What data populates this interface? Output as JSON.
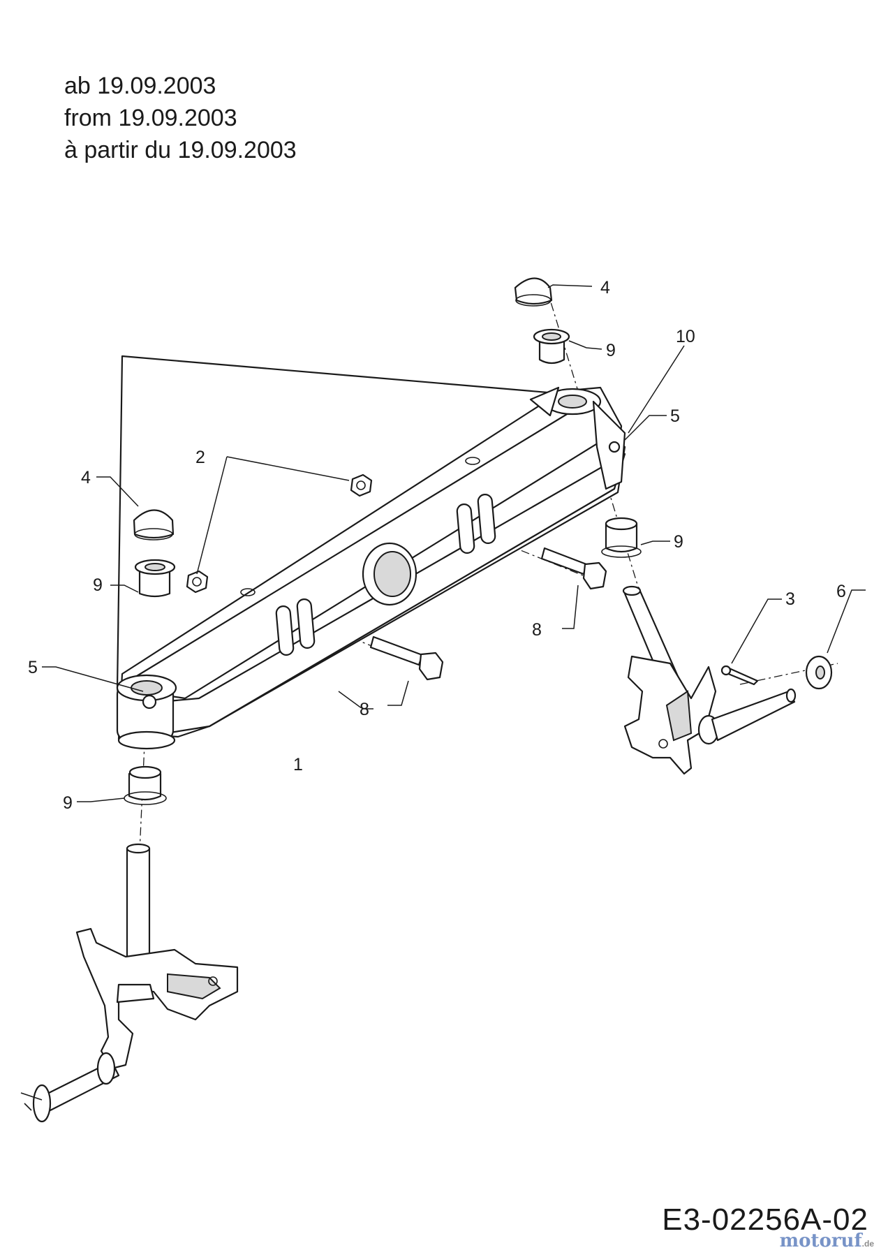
{
  "header": {
    "line_de": "ab 19.09.2003",
    "line_en": "from 19.09.2003",
    "line_fr": "à partir du 19.09.2003"
  },
  "callouts": {
    "axle": "1",
    "nut": "2",
    "cotter_pin": "3",
    "cap_right": "4",
    "cap_left": "4",
    "grease_fitting_right": "5",
    "grease_fitting_left": "5",
    "washer": "6",
    "bolt_rear": "8",
    "bolt_front": "8",
    "bushing_right_top": "9",
    "bushing_right_bottom": "9",
    "bushing_left_top": "9",
    "bushing_left_bottom": "9",
    "pin": "10"
  },
  "drawing_code": "E3-02256A-02",
  "watermark": {
    "brand": "motoruf",
    "tld": ".de"
  },
  "colors": {
    "line": "#1a1a1a",
    "shade": "#d9d9d9",
    "watermark": "#4a6fb5"
  }
}
